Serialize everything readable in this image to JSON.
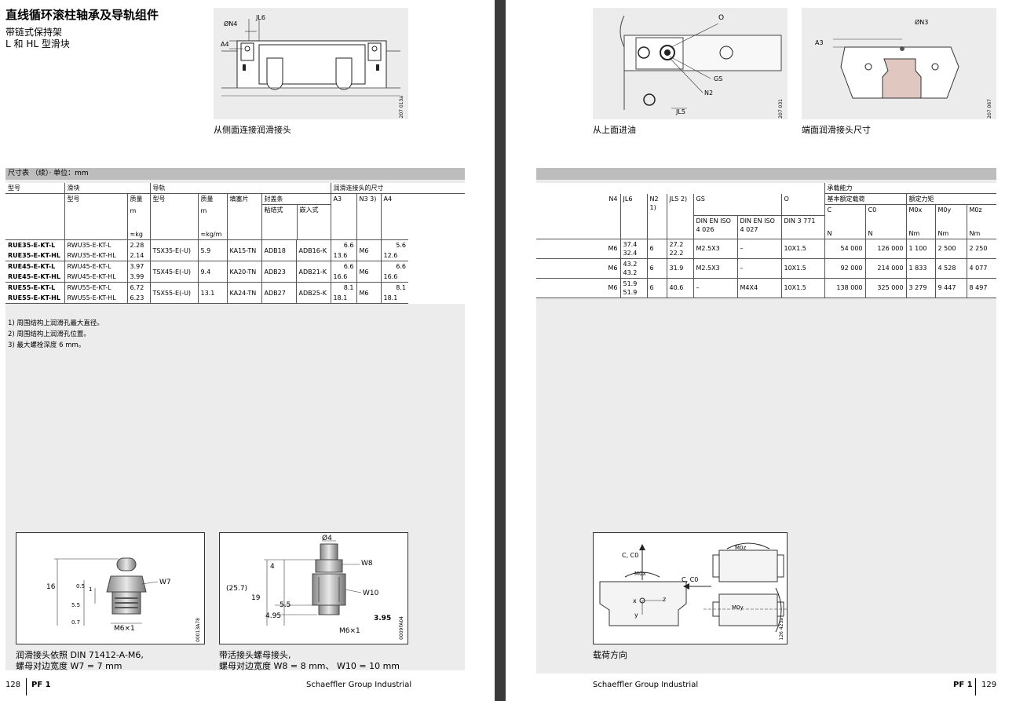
{
  "left": {
    "title": "直线循环滚柱轴承及导轨组件",
    "subtitle1": "带链式保持架",
    "subtitle2": "L 和 HL 型滑块",
    "fig1_caption": "从侧面连接润滑接头",
    "fig1_code": "207 013a",
    "fig1_labels": {
      "n4": "ØN4",
      "jl6": "JL6",
      "a4": "A4"
    },
    "table_title": "尺寸表 （续）· 单位：mm",
    "headers": {
      "model": "型号",
      "carriage": "滑块",
      "rail": "导轨",
      "lube": "润滑连接头的尺寸",
      "type": "型号",
      "mass": "质量",
      "m": "m",
      "kg": "≈kg",
      "kgm": "≈kg/m",
      "shim": "填塞片",
      "cover": "封盖条",
      "glue": "粘结式",
      "insert": "嵌入式",
      "a3": "A3",
      "n3": "N3 3)",
      "a4": "A4"
    },
    "rows": [
      {
        "model": "RUE35-E-KT-L",
        "carriage": "RWU35-E-KT-L",
        "mass": "2.28",
        "a3": "6.6",
        "a4": "5.6"
      },
      {
        "model": "RUE35-E-KT-HL",
        "carriage": "RWU35-E-KT-HL",
        "mass": "2.14",
        "a3": "13.6",
        "a4": "12.6"
      },
      {
        "model": "RUE45-E-KT-L",
        "carriage": "RWU45-E-KT-L",
        "mass": "3.97",
        "a3": "6.6",
        "a4": "6.6"
      },
      {
        "model": "RUE45-E-KT-HL",
        "carriage": "RWU45-E-KT-HL",
        "mass": "3.99",
        "a3": "16.6",
        "a4": "16.6"
      },
      {
        "model": "RUE55-E-KT-L",
        "carriage": "RWU55-E-KT-L",
        "mass": "6.72",
        "a3": "8.1",
        "a4": "8.1"
      },
      {
        "model": "RUE55-E-KT-HL",
        "carriage": "RWU55-E-KT-HL",
        "mass": "6.23",
        "a3": "18.1",
        "a4": "18.1"
      }
    ],
    "groups": [
      {
        "rail": "TSX35-E(-U)",
        "rmass": "5.9",
        "shim": "KA15-TN",
        "glue": "ADB18",
        "insert": "ADB16-K",
        "n3": "M6"
      },
      {
        "rail": "TSX45-E(-U)",
        "rmass": "9.4",
        "shim": "KA20-TN",
        "glue": "ADB23",
        "insert": "ADB21-K",
        "n3": "M6"
      },
      {
        "rail": "TSX55-E(-U)",
        "rmass": "13.1",
        "shim": "KA24-TN",
        "glue": "ADB27",
        "insert": "ADB25-K",
        "n3": "M6"
      }
    ],
    "footnotes": [
      "1) 周围结构上润滑孔最大直径。",
      "2) 周围结构上润滑孔位置。",
      "3) 最大螺栓深度 6 mm。"
    ],
    "fig_a_caption1": "润滑接头依照 DIN 71412-A-M6,",
    "fig_a_caption2": "螺母对边宽度 W7 = 7 mm",
    "fig_a_labels": {
      "h16": "16",
      "h05": "0.5",
      "h1": "1",
      "h55": "5.5",
      "h07": "0.7",
      "w7": "W7",
      "m6": "M6×1",
      "code": "00013A78"
    },
    "fig_b_caption1": "带活接头螺母接头,",
    "fig_b_caption2": "螺母对边宽度 W8 = 8 mm、 W10 = 10 mm",
    "fig_b_labels": {
      "d4": "Ø4",
      "h4": "4",
      "h257": "(25.7)",
      "h19": "19",
      "h55": "5.5",
      "h495": "4.95",
      "w8": "W8",
      "w10": "W10",
      "h395": "3.95",
      "m6": "M6×1",
      "code": "0009FA04"
    },
    "page_no": "128",
    "pf": "PF 1",
    "company": "Schaeffler Group Industrial"
  },
  "right": {
    "fig2_caption": "从上面进油",
    "fig2_code": "207 031",
    "fig2_labels": {
      "o": "O",
      "gs": "GS",
      "n2": "N2",
      "jl5": "JL5"
    },
    "fig3_caption": "端面润滑接头尺寸",
    "fig3_code": "207 067",
    "fig3_labels": {
      "n3": "ØN3",
      "a3": "A3"
    },
    "headers": {
      "n4": "N4",
      "jl6": "JL6",
      "n2": "N2 1)",
      "jl5": "JL5 2)",
      "gs": "GS",
      "o": "O",
      "cap": "承载能力",
      "basic": "基本额定载荷",
      "moment": "额定力矩",
      "c": "C",
      "c0": "C0",
      "mox": "M0x",
      "moy": "M0y",
      "moz": "M0z",
      "din4026": "DIN EN ISO 4 026",
      "din4027": "DIN EN ISO 4 027",
      "din3771": "DIN 3 771",
      "n": "N",
      "nm": "Nm"
    },
    "rows": [
      {
        "n4": "M6",
        "jl6a": "37.4",
        "jl6b": "32.4",
        "n2": "6",
        "jl5a": "27.2",
        "jl5b": "22.2",
        "gs1": "M2.5X3",
        "gs2": "–",
        "o": "10X1.5",
        "c": "54 000",
        "c0": "126 000",
        "mox": "1 100",
        "moy": "2 500",
        "moz": "2 250"
      },
      {
        "n4": "M6",
        "jl6a": "43.2",
        "jl6b": "43.2",
        "n2": "6",
        "jl5a": "31.9",
        "jl5b": "",
        "gs1": "M2.5X3",
        "gs2": "–",
        "o": "10X1.5",
        "c": "92 000",
        "c0": "214 000",
        "mox": "1 833",
        "moy": "4 528",
        "moz": "4 077"
      },
      {
        "n4": "M6",
        "jl6a": "51.9",
        "jl6b": "51.9",
        "n2": "6",
        "jl5a": "40.6",
        "jl5b": "",
        "gs1": "–",
        "gs2": "M4X4",
        "o": "10X1.5",
        "c": "138 000",
        "c0": "325 000",
        "mox": "3 279",
        "moy": "9 447",
        "moz": "8 497"
      }
    ],
    "fig4_caption": "载荷方向",
    "fig4_code": "126 423a",
    "fig4_labels": {
      "cc0a": "C, C0",
      "cc0b": "C, C0",
      "mox": "M0x",
      "moz": "M0z",
      "moy": "M0y",
      "x": "x",
      "y": "y",
      "z": "z"
    },
    "company": "Schaeffler Group Industrial",
    "pf": "PF 1",
    "page_no": "129"
  }
}
